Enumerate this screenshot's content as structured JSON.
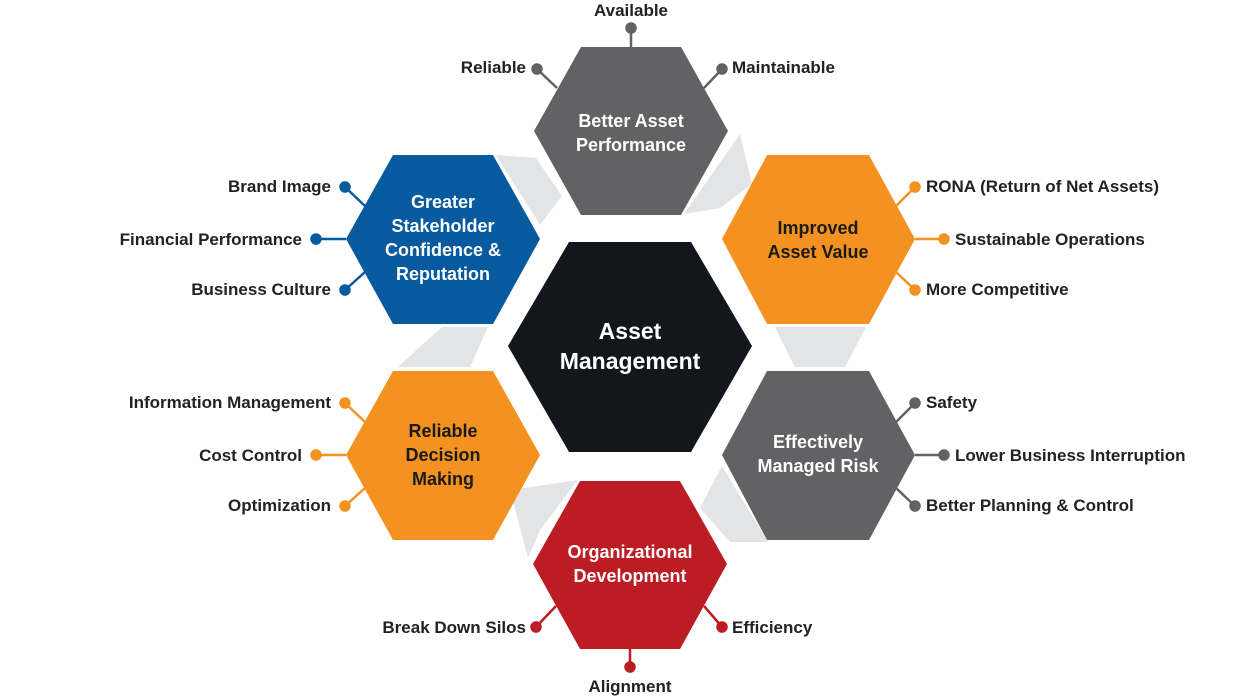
{
  "center": {
    "title_lines": [
      "Asset",
      "Management"
    ],
    "color": "#13171d"
  },
  "connector_color": "#e3e4e6",
  "hexes": [
    {
      "id": "performance",
      "title_lines": [
        "Better Asset",
        "Performance"
      ],
      "color": "#626264",
      "text_color": "#ffffff",
      "labels": [
        "Available",
        "Reliable",
        "Maintainable"
      ]
    },
    {
      "id": "value",
      "title_lines": [
        "Improved",
        "Asset Value"
      ],
      "color": "#f39221",
      "text_color": "#1a1a1a",
      "labels": [
        "RONA (Return of Net Assets)",
        "Sustainable Operations",
        "More Competitive"
      ]
    },
    {
      "id": "risk",
      "title_lines": [
        "Effectively",
        "Managed Risk"
      ],
      "color": "#626264",
      "text_color": "#ffffff",
      "labels": [
        "Safety",
        "Lower Business Interruption",
        "Better Planning & Control"
      ]
    },
    {
      "id": "development",
      "title_lines": [
        "Organizational",
        "Development"
      ],
      "color": "#bc1c24",
      "text_color": "#ffffff",
      "labels": [
        "Break Down Silos",
        "Efficiency",
        "Alignment"
      ]
    },
    {
      "id": "decision",
      "title_lines": [
        "Reliable",
        "Decision",
        "Making"
      ],
      "color": "#f39221",
      "text_color": "#1a1a1a",
      "labels": [
        "Information Management",
        "Cost Control",
        "Optimization"
      ]
    },
    {
      "id": "stakeholder",
      "title_lines": [
        "Greater",
        "Stakeholder",
        "Confidence &",
        "Reputation"
      ],
      "color": "#075a9e",
      "text_color": "#ffffff",
      "labels": [
        "Brand Image",
        "Financial Performance",
        "Business Culture"
      ]
    }
  ]
}
